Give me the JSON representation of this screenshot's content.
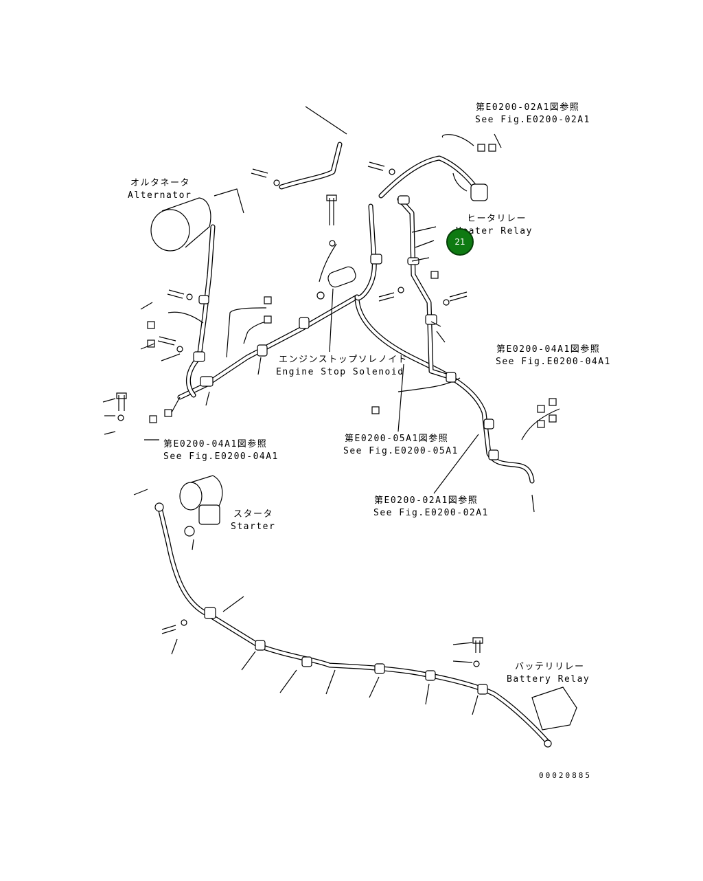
{
  "diagram": {
    "alternator_ja": "オルタネータ",
    "alternator_en": "Alternator",
    "heater_relay_ja": "ヒータリレー",
    "heater_relay_en": "Heater Relay",
    "engine_stop_solenoid_ja": "エンジンストップソレノイド",
    "engine_stop_solenoid_en": "Engine Stop Solenoid",
    "starter_ja": "スタータ",
    "starter_en": "Starter",
    "battery_relay_ja": "バッテリリレー",
    "battery_relay_en": "Battery Relay",
    "ref_02a1_top_ja": "第E0200-02A1図参照",
    "ref_02a1_top_en": "See Fig.E0200-02A1",
    "ref_04a1_right_ja": "第E0200-04A1図参照",
    "ref_04a1_right_en": "See Fig.E0200-04A1",
    "ref_04a1_left_ja": "第E0200-04A1図参照",
    "ref_04a1_left_en": "See Fig.E0200-04A1",
    "ref_05a1_ja": "第E0200-05A1図参照",
    "ref_05a1_en": "See Fig.E0200-05A1",
    "ref_02a1_bottom_ja": "第E0200-02A1図参照",
    "ref_02a1_bottom_en": "See Fig.E0200-02A1",
    "callout_number": "21",
    "drawing_number": "00020885"
  },
  "colors": {
    "callout_fill": "#0e7a12",
    "line": "#000000",
    "background": "#ffffff"
  }
}
